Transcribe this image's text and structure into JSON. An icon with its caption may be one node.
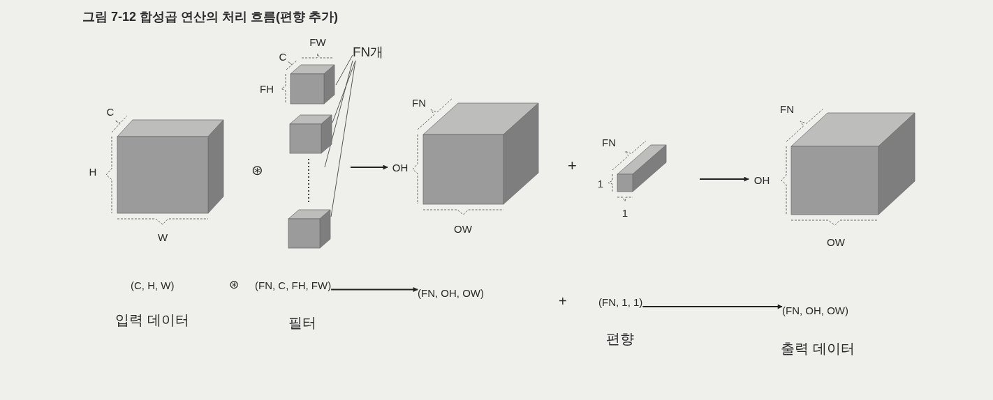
{
  "diagram": {
    "title": "그림 7-12 합성곱 연산의 처리 흐름(편향 추가)",
    "nodes": [
      {
        "text": [
          "C",
          "H",
          "W"
        ]
      },
      {
        "text": [
          "C",
          "FW",
          "FH"
        ]
      },
      {
        "text": [],
        "shape": "box"
      },
      {
        "text": [],
        "shape": "box"
      },
      {
        "text": [
          "FN개"
        ]
      },
      {
        "text": [
          "FN",
          "OH",
          "OW"
        ]
      },
      {
        "text": [
          "FN",
          "1",
          "1"
        ]
      },
      {
        "text": [
          "FN",
          "OH",
          "OW"
        ]
      },
      {
        "text": [
          "(FN, C, FH, FW)"
        ]
      },
      {
        "text": [
          "(FN, OH, OW)"
        ]
      },
      {
        "text": [
          "(FN, 1, 1)"
        ]
      },
      {
        "text": [
          "(FN, OH, OW)"
        ]
      }
    ],
    "edges": [
      {
        "from": null,
        "to": 5,
        "arrow": "to"
      },
      {
        "from": null,
        "to": 7,
        "arrow": "to"
      },
      {
        "from": 8,
        "to": 9,
        "arrow": "to"
      },
      {
        "from": 10,
        "to": 11,
        "arrow": "to"
      },
      {
        "from": 4,
        "to": 1,
        "arrow": "none"
      },
      {
        "from": 4,
        "to": 2,
        "arrow": "none"
      },
      {
        "from": 4,
        "to": null,
        "arrow": "none"
      },
      {
        "from": 4,
        "to": 3,
        "arrow": "none"
      }
    ],
    "labels": [
      "⊛",
      "+",
      "(C, H, W)",
      "⊛",
      "입력 데이터",
      "필터",
      "+",
      "편향",
      "출력 데이터"
    ]
  }
}
